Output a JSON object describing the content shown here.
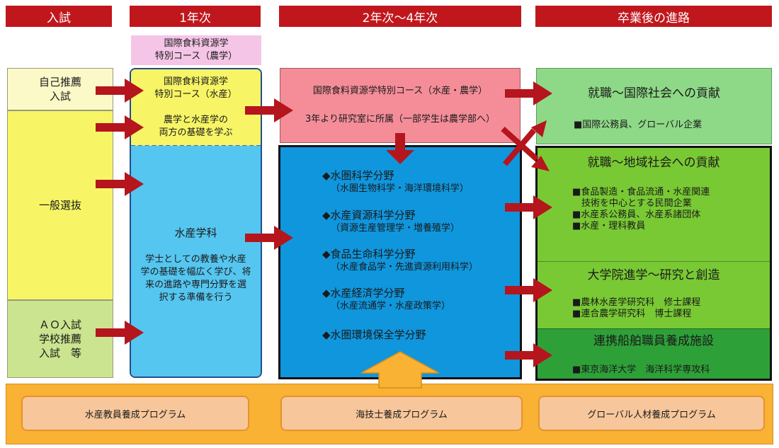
{
  "headers": {
    "admission": "入試",
    "year1": "1年次",
    "year2to4": "2年次～4年次",
    "careers": "卒業後の進路"
  },
  "admission": {
    "self_recommend": "自己推薦\n入試",
    "general": "一般選抜",
    "ao": "ＡＯ入試\n学校推薦\n入試　等"
  },
  "year1": {
    "special_course_agri": "国際食料資源学\n特別コース（農学）",
    "special_course_fish": "国際食料資源学\n特別コース（水産）",
    "agri_fish_basics": "農学と水産学の\n両方の基礎を学ぶ",
    "dept_title": "水産学科",
    "dept_desc": "学士としての教養や水産\n学の基礎を幅広く学び、将\n来の進路や専門分野を選\n択する準備を行う"
  },
  "year2to4": {
    "special_course": "国際食料資源学特別コース（水産・農学）",
    "lab_note": "3年より研究室に所属（一部学生は農学部へ）",
    "fields": [
      {
        "name": "◆水圏科学分野",
        "sub": "（水圏生物科学・海洋環境科学）"
      },
      {
        "name": "◆水産資源科学分野",
        "sub": "（資源生産管理学・増養殖学）"
      },
      {
        "name": "◆食品生命科学分野",
        "sub": "（水産食品学・先進資源利用科学）"
      },
      {
        "name": "◆水産経済学分野",
        "sub": "（水産流通学・水産政策学）"
      },
      {
        "name": "◆水圏環境保全学分野",
        "sub": ""
      }
    ]
  },
  "careers": {
    "international": {
      "title": "就職～国際社会への貢献",
      "items": "■国際公務員、グローバル企業"
    },
    "regional": {
      "title": "就職～地域社会への貢献",
      "items": "■食品製造・食品流通・水産関連\n　技術を中心とする民間企業\n■水産系公務員、水産系諸団体\n■水産・理科教員"
    },
    "graduate": {
      "title": "大学院進学～研究と創造",
      "items": "■農林水産学研究科　修士課程\n■連合農学研究科　博士課程"
    },
    "maritime": {
      "title": "連携船舶職員養成施設",
      "items": "■東京海洋大学　海洋科学専攻科"
    }
  },
  "programs": [
    "水産教員養成プログラム",
    "海技士養成プログラム",
    "グローバル人材養成プログラム"
  ],
  "colors": {
    "header_red": "#c0171d",
    "arrow_red": "#b5151c",
    "pink": "#f4c5e6",
    "yellow": "#f7f566",
    "light_blue": "#55c6f0",
    "blue": "#0f96dd",
    "salmon": "#f48d98",
    "green_light": "#8ed987",
    "green": "#79c934",
    "green_dark": "#2ea038",
    "orange": "#f9b233",
    "peach": "#f7c79b"
  }
}
